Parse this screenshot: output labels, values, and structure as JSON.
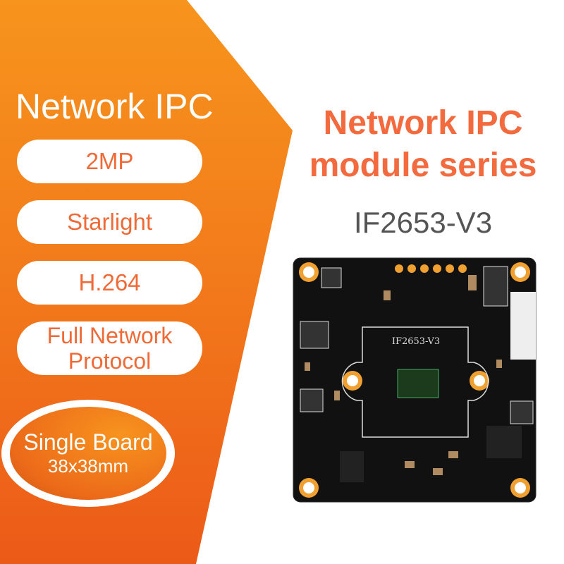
{
  "left_panel": {
    "title": "Network IPC",
    "features": [
      "2MP",
      "Starlight",
      "H.264",
      "Full Network Protocol"
    ],
    "badge": {
      "line1": "Single Board",
      "line2": "38x38mm"
    }
  },
  "right_panel": {
    "heading_line1": "Network IPC",
    "heading_line2": "module series",
    "model": "IF2653-V3",
    "board_silkscreen": "IF2653-V3"
  },
  "colors": {
    "orange_top": "#f7941d",
    "orange_bottom": "#ec5a18",
    "heading": "#f26a3d",
    "pcb": "#111111",
    "pad": "#f0a030"
  }
}
